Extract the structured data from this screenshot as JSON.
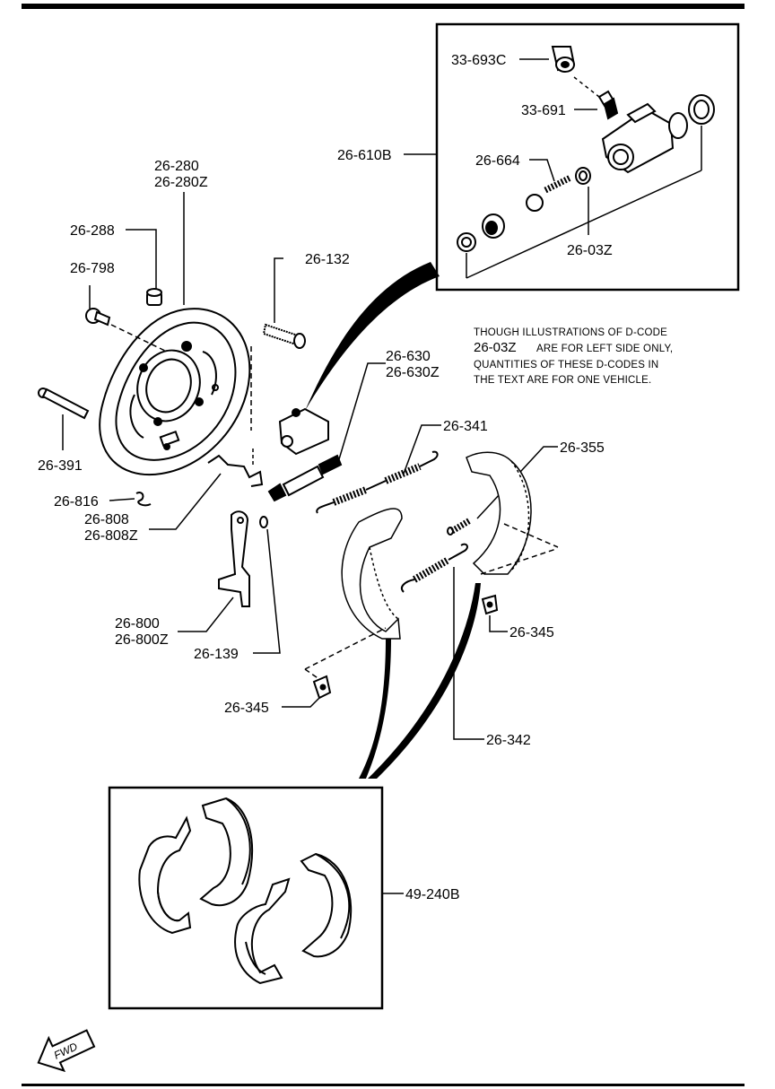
{
  "note": {
    "line1": "THOUGH ILLUSTRATIONS OF D-CODE",
    "code": "26-03Z",
    "line2_rest": "ARE FOR LEFT SIDE ONLY,",
    "line3": "QUANTITIES OF THESE D-CODES IN",
    "line4": "THE TEXT ARE FOR ONE VEHICLE."
  },
  "fwd_label": "FWD",
  "labels": {
    "p33_693c": "33-693C",
    "p33_691": "33-691",
    "p26_610b": "26-610B",
    "p26_664": "26-664",
    "p26_03z": "26-03Z",
    "p26_280": "26-280",
    "p26_280z": "26-280Z",
    "p26_288": "26-288",
    "p26_798": "26-798",
    "p26_132": "26-132",
    "p26_630": "26-630",
    "p26_630z": "26-630Z",
    "p26_391": "26-391",
    "p26_341": "26-341",
    "p26_355": "26-355",
    "p26_816": "26-816",
    "p26_808": "26-808",
    "p26_808z": "26-808Z",
    "p26_800": "26-800",
    "p26_800z": "26-800Z",
    "p26_139": "26-139",
    "p26_345a": "26-345",
    "p26_345b": "26-345",
    "p26_342": "26-342",
    "p49_240b": "49-240B"
  }
}
